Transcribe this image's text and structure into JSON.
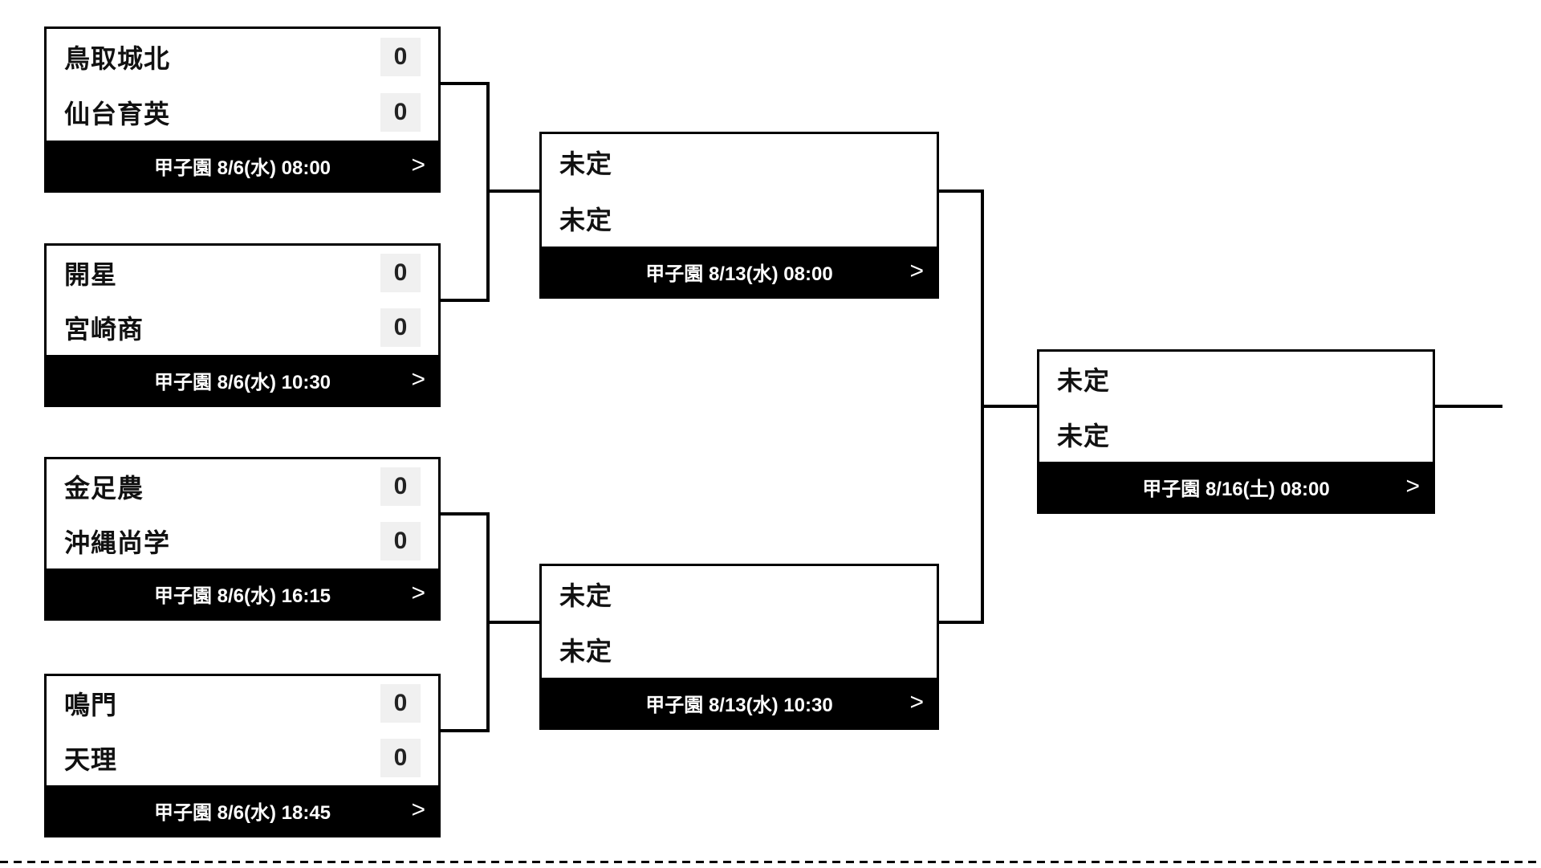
{
  "bracket_title": "tournament-bracket",
  "colors": {
    "card_border": "#000000",
    "footer_bg": "#000000",
    "footer_text": "#ffffff",
    "score_chip_bg": "#f0f0f0",
    "team_text": "#111111"
  },
  "matches": {
    "qf1": {
      "team1": "鳥取城北",
      "score1": "0",
      "team2": "仙台育英",
      "score2": "0",
      "venue": "甲子園 8/6(水) 08:00",
      "chevron": ">"
    },
    "qf2": {
      "team1": "開星",
      "score1": "0",
      "team2": "宮崎商",
      "score2": "0",
      "venue": "甲子園 8/6(水) 10:30",
      "chevron": ">"
    },
    "qf3": {
      "team1": "金足農",
      "score1": "0",
      "team2": "沖縄尚学",
      "score2": "0",
      "venue": "甲子園 8/6(水) 16:15",
      "chevron": ">"
    },
    "qf4": {
      "team1": "鳴門",
      "score1": "0",
      "team2": "天理",
      "score2": "0",
      "venue": "甲子園 8/6(水) 18:45",
      "chevron": ">"
    },
    "sf1": {
      "team1": "未定",
      "team2": "未定",
      "venue": "甲子園 8/13(水) 08:00",
      "chevron": ">"
    },
    "sf2": {
      "team1": "未定",
      "team2": "未定",
      "venue": "甲子園 8/13(水) 10:30",
      "chevron": ">"
    },
    "final": {
      "team1": "未定",
      "team2": "未定",
      "venue": "甲子園 8/16(土) 08:00",
      "chevron": ">"
    }
  }
}
